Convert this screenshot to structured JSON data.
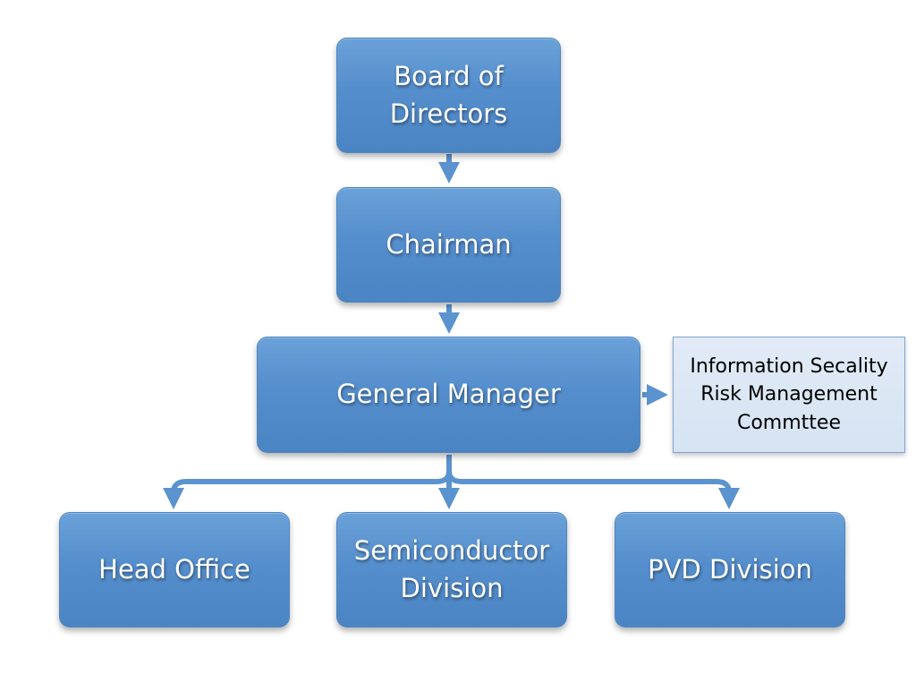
{
  "diagram": {
    "nodes": {
      "board": {
        "label": "Board of\nDirectors"
      },
      "chairman": {
        "label": "Chairman"
      },
      "general_manager": {
        "label": "General Manager"
      },
      "committee": {
        "label": "Information Secality\nRisk Management\nCommttee"
      },
      "head_office": {
        "label": "Head Office"
      },
      "semiconductor": {
        "label": "Semiconductor\nDivision"
      },
      "pvd": {
        "label": "PVD Division"
      }
    },
    "colors": {
      "box_fill": "#558ecd",
      "side_box_fill": "#d5e3f3",
      "connector": "#5b93cf"
    }
  }
}
